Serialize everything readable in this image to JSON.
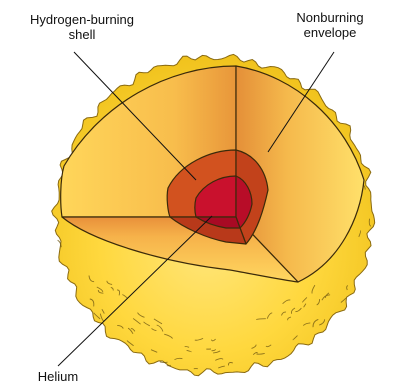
{
  "diagram": {
    "labels": {
      "hydrogen_burning_shell": [
        "Hydrogen-burning",
        "shell"
      ],
      "nonburning_envelope": [
        "Nonburning",
        "envelope"
      ],
      "helium": "Helium"
    },
    "colors": {
      "envelope_outer": "#f4d12a",
      "envelope_inner": "#ffe066",
      "cutaway_light": "#ffd15a",
      "cutaway_mid": "#f6b44a",
      "cutaway_orange": "#e8902f",
      "shell": "#c9441c",
      "shell_dark": "#a62c12",
      "core": "#c8102e",
      "core_dark": "#9a0a22",
      "outline": "#3b2a0a"
    }
  }
}
